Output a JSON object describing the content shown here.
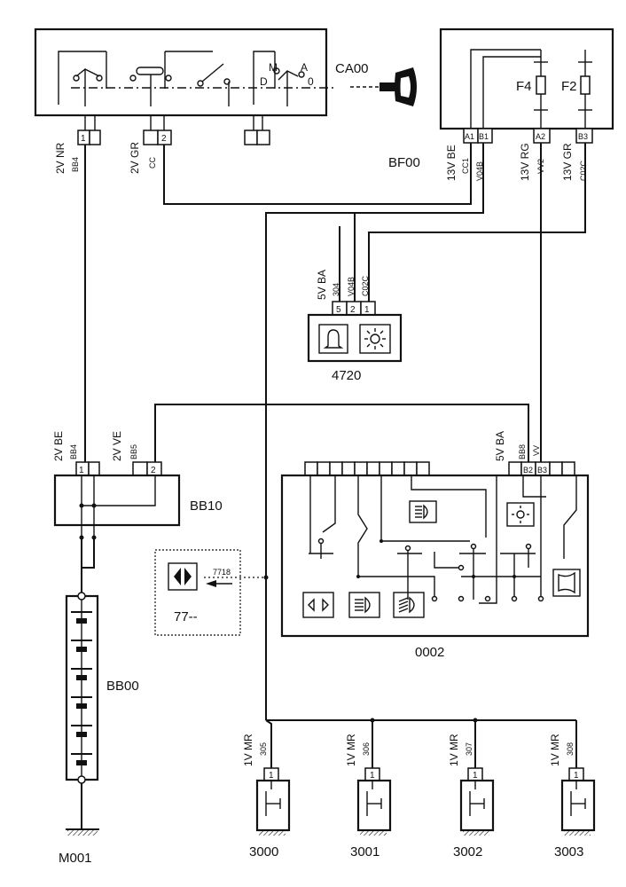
{
  "components": {
    "ca00": "CA00",
    "bf00": "BF00",
    "c4720": "4720",
    "bb10": "BB10",
    "c77": "77--",
    "c0002": "0002",
    "bb00": "BB00",
    "m001": "M001",
    "c3000": "3000",
    "c3001": "3001",
    "c3002": "3002",
    "c3003": "3003"
  },
  "switch_positions": {
    "m": "M",
    "a": "A",
    "d": "D",
    "zero": "0"
  },
  "fuses": {
    "f4": "F4",
    "f2": "F2"
  },
  "connectors": {
    "ca00_left": "2V NR",
    "ca00_mid": "2V GR",
    "bf00_a": "13V BE",
    "bf00_b": "13V RG",
    "bf00_c": "13V GR",
    "c4720": "5V BA",
    "bb10_left": "2V BE",
    "bb10_right": "2V VE",
    "c0002": "5V BA",
    "c3000": "1V MR",
    "c3001": "1V MR",
    "c3002": "1V MR",
    "c3003": "1V MR"
  },
  "pins": {
    "p1": "1",
    "p2": "2",
    "p5": "5",
    "a1": "A1",
    "b1": "B1",
    "a2": "A2",
    "b3": "B3",
    "b2": "B2"
  },
  "wires": {
    "bb4": "BB4",
    "cc": "CC",
    "cc1": "CC1",
    "v04b": "V04B",
    "vv2": "VV2",
    "c02c": "C02C",
    "w304": "304",
    "bb5": "BB5",
    "bb8": "BB8",
    "vv": "VV",
    "w305": "305",
    "w306": "306",
    "w307": "307",
    "w308": "308",
    "w7718": "7718"
  }
}
